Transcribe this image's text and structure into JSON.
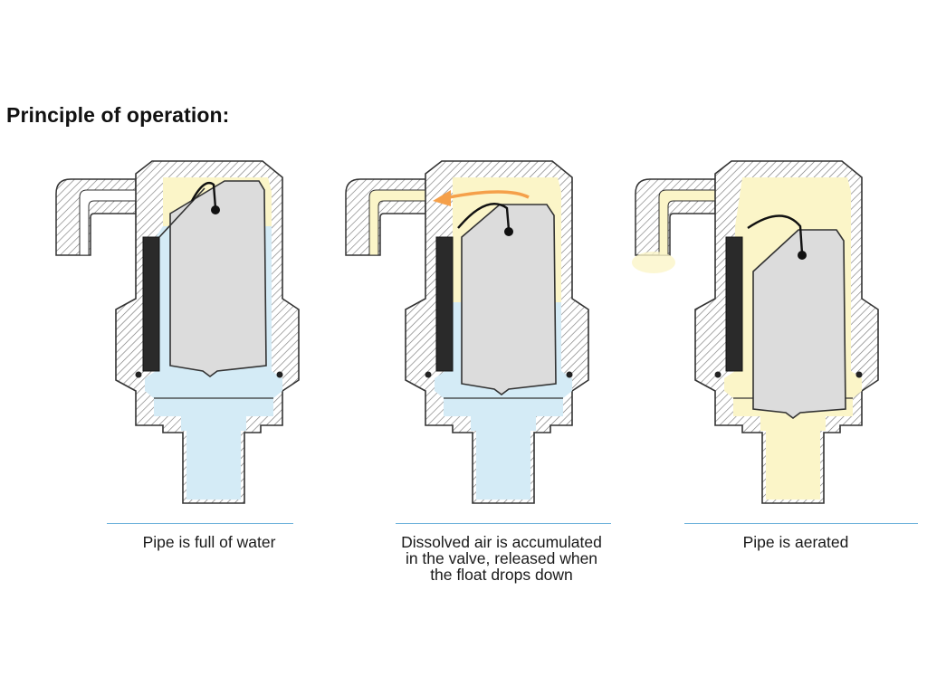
{
  "title": "Principle of operation:",
  "colors": {
    "water": "#d4ebf6",
    "air": "#fbf5c8",
    "float": "#dcdcdc",
    "seal": "#2a2a2a",
    "outline": "#333333",
    "arrow": "#f5a04a",
    "divider": "#6fb3dc"
  },
  "panels": [
    {
      "state": "full-of-water",
      "caption_lines": [
        "Pipe is full of water"
      ]
    },
    {
      "state": "accumulating",
      "caption_lines": [
        "Dissolved air is accumulated",
        "in the valve, released when",
        "the float drops down"
      ]
    },
    {
      "state": "aerated",
      "caption_lines": [
        "Pipe is aerated"
      ]
    }
  ]
}
